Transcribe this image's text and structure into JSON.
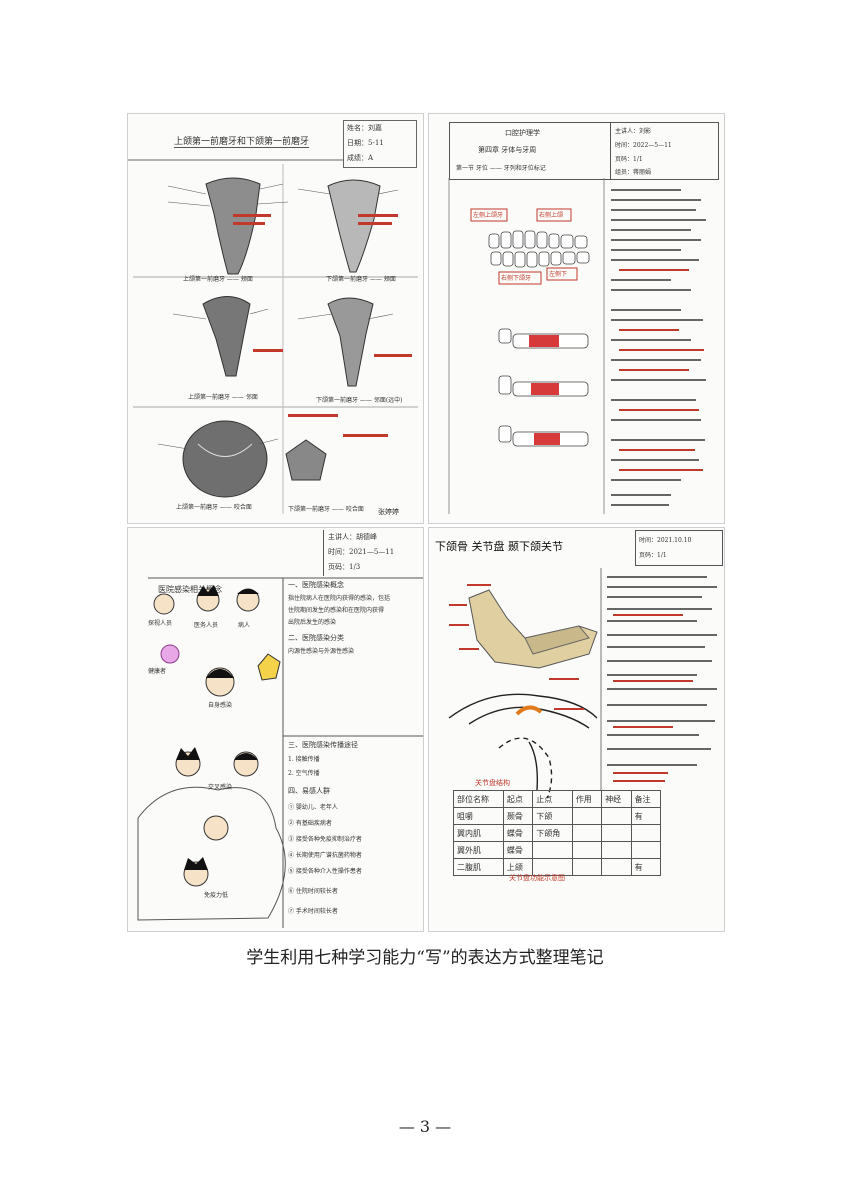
{
  "panels": {
    "p1": {
      "title": "上颌第一前磨牙和下颌第一前磨牙",
      "info": [
        "姓名：刘嘉",
        "日期：5-11",
        "成绩：A"
      ],
      "labels": [
        "上颌第一前磨牙 —— 颊面",
        "下颌第一前磨牙 —— 颊面",
        "上颌第一前磨牙 —— 邻面",
        "下颌第一前磨牙 —— 邻面(远中)",
        "上颌第一前磨牙 —— 咬合面",
        "下颌第一前磨牙 —— 咬合面"
      ],
      "signature": "张婷婷"
    },
    "p2": {
      "title": "口腔护理学",
      "chapter": "第四章 牙体与牙周",
      "section": "第一节 牙位 —— 牙列和牙位标记",
      "info": [
        "主讲人：刘影",
        "时间：2022—5—11",
        "页码：1/1",
        "组员：蒋丽娟"
      ],
      "tags": [
        "左侧上颌牙",
        "右侧上颌",
        "右侧下颌牙",
        "左侧下"
      ]
    },
    "p3": {
      "title": "医院感染相关概念",
      "info": [
        "主讲人：胡德峰",
        "时间：2021—5—11",
        "页码：1/3"
      ],
      "lines": [
        "一、医院感染概念",
        "指住院病人在医院内获得的感染，包括",
        "住院期间发生的感染和在医院内获得",
        "出院后发生的感染",
        "二、医院感染分类",
        "内源性感染与外源性感染",
        "三、医院感染传播途径",
        "1. 接触传播",
        "2. 空气传播",
        "四、易感人群",
        "① 婴幼儿、老年人",
        "② 有基础疾病者",
        "③ 接受各种免疫抑制治疗者",
        "④ 长期使用广谱抗菌药物者",
        "⑤ 接受各种介入性操作患者",
        "⑥ 住院时间较长者",
        "⑦ 手术时间较长者"
      ],
      "figure_labels": [
        "探视人员",
        "医务人员",
        "病人",
        "健康者",
        "自身感染",
        "交叉感染",
        "免疫力低"
      ]
    },
    "p4": {
      "title": "下颌骨 关节盘 颞下颌关节",
      "info": [
        "时间：2021.10.10",
        "页码：1/1"
      ],
      "diagram_label": "关节盘结构",
      "table_headers": [
        "部位名称",
        "起点",
        "止点",
        "作用",
        "神经",
        "备注"
      ],
      "table_rows": [
        [
          "咀嚼",
          "颞骨",
          "下颌",
          "",
          "",
          "有"
        ],
        [
          "翼内肌",
          "蝶骨",
          "下颌角",
          "",
          "",
          ""
        ],
        [
          "翼外肌",
          "蝶骨",
          "",
          "",
          "",
          ""
        ],
        [
          "二腹肌",
          "上颌",
          "",
          "",
          "",
          "有"
        ]
      ],
      "footer_note": "关节盘功能示意图"
    }
  },
  "caption": "学生利用七种学习能力“写”的表达方式整理笔记",
  "page_number": "— 3 —"
}
